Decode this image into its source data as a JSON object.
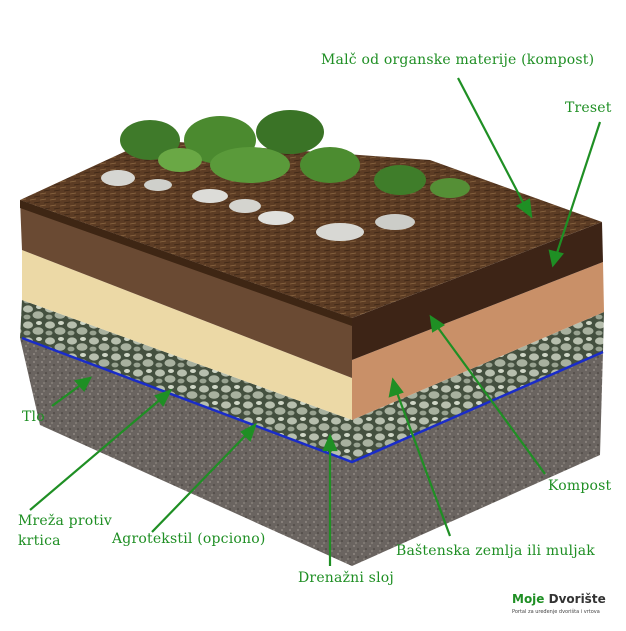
{
  "labels": {
    "malc": "Malč od organske materije (kompost)",
    "treset": "Treset",
    "tlo": "Tlo",
    "mreza": "Mreža protiv krtica",
    "agrotekstil": "Agrotekstil (opciono)",
    "drenazni": "Drenažni sloj",
    "kompost": "Kompost",
    "basta": "Baštenska zemlja ili muljak"
  },
  "logo": {
    "title_a": "Moje",
    "title_b": "Dvorište",
    "subtitle": "Portal za uređenje dvorišta i vrtova"
  },
  "colors": {
    "label_green": "#1f8f24",
    "mulch": "#5a3a22",
    "peat": "#3d2416",
    "compost": "#8a5a3c",
    "garden_soil": "#ecd9a6",
    "drainage": "#6f7d6a",
    "mesh_line": "#1a2cc9",
    "subsoil": "#6e6a66"
  }
}
